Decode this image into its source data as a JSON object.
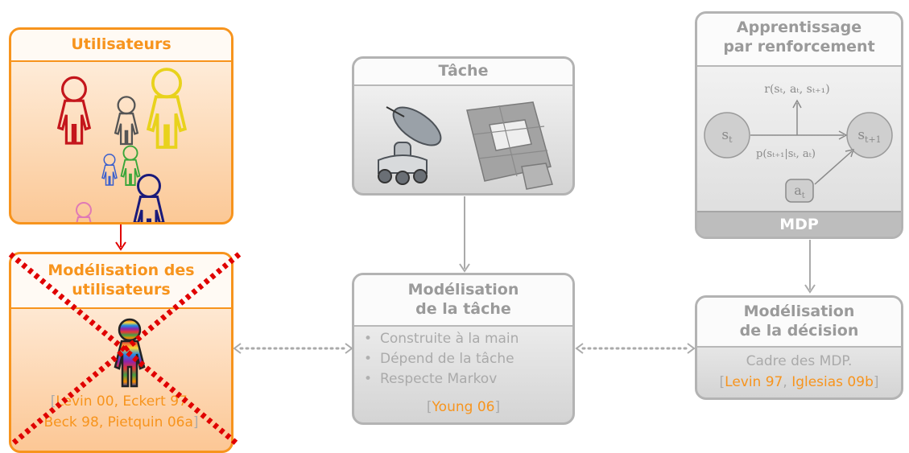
{
  "users_box": {
    "title": "Utilisateurs"
  },
  "user_model_box": {
    "title_line1": "Modélisation des",
    "title_line2": "utilisateurs",
    "refs": [
      [
        "Levin 00",
        ", ",
        "Eckert 97",
        ","
      ],
      [
        "Beck 98",
        ", ",
        "Pietquin 06a"
      ]
    ]
  },
  "task_box": {
    "title": "Tâche"
  },
  "task_model_box": {
    "title_line1": "Modélisation",
    "title_line2": "de la tâche",
    "items": [
      "Construite à la main",
      "Dépend de la tâche",
      "Respecte Markov"
    ],
    "ref": "Young 06"
  },
  "rl_box": {
    "title_line1": "Apprentissage",
    "title_line2": "par renforcement",
    "footer": "MDP",
    "state_t": "s",
    "state_t_sub": "t",
    "state_next": "s",
    "state_next_sub": "t+1",
    "action": "a",
    "action_sub": "t",
    "reward_label": "r(sₜ, aₜ, sₜ₊₁)",
    "transition_label": "p(sₜ₊₁|sₜ, aₜ)"
  },
  "decision_model_box": {
    "title_line1": "Modélisation",
    "title_line2": "de la décision",
    "text": "Cadre des MDP.",
    "refs": [
      "Levin 97",
      "Iglesias 09b"
    ]
  },
  "colors": {
    "accent": "#f7941d",
    "gray_text": "#aaaaaa",
    "red": "#e00000"
  }
}
